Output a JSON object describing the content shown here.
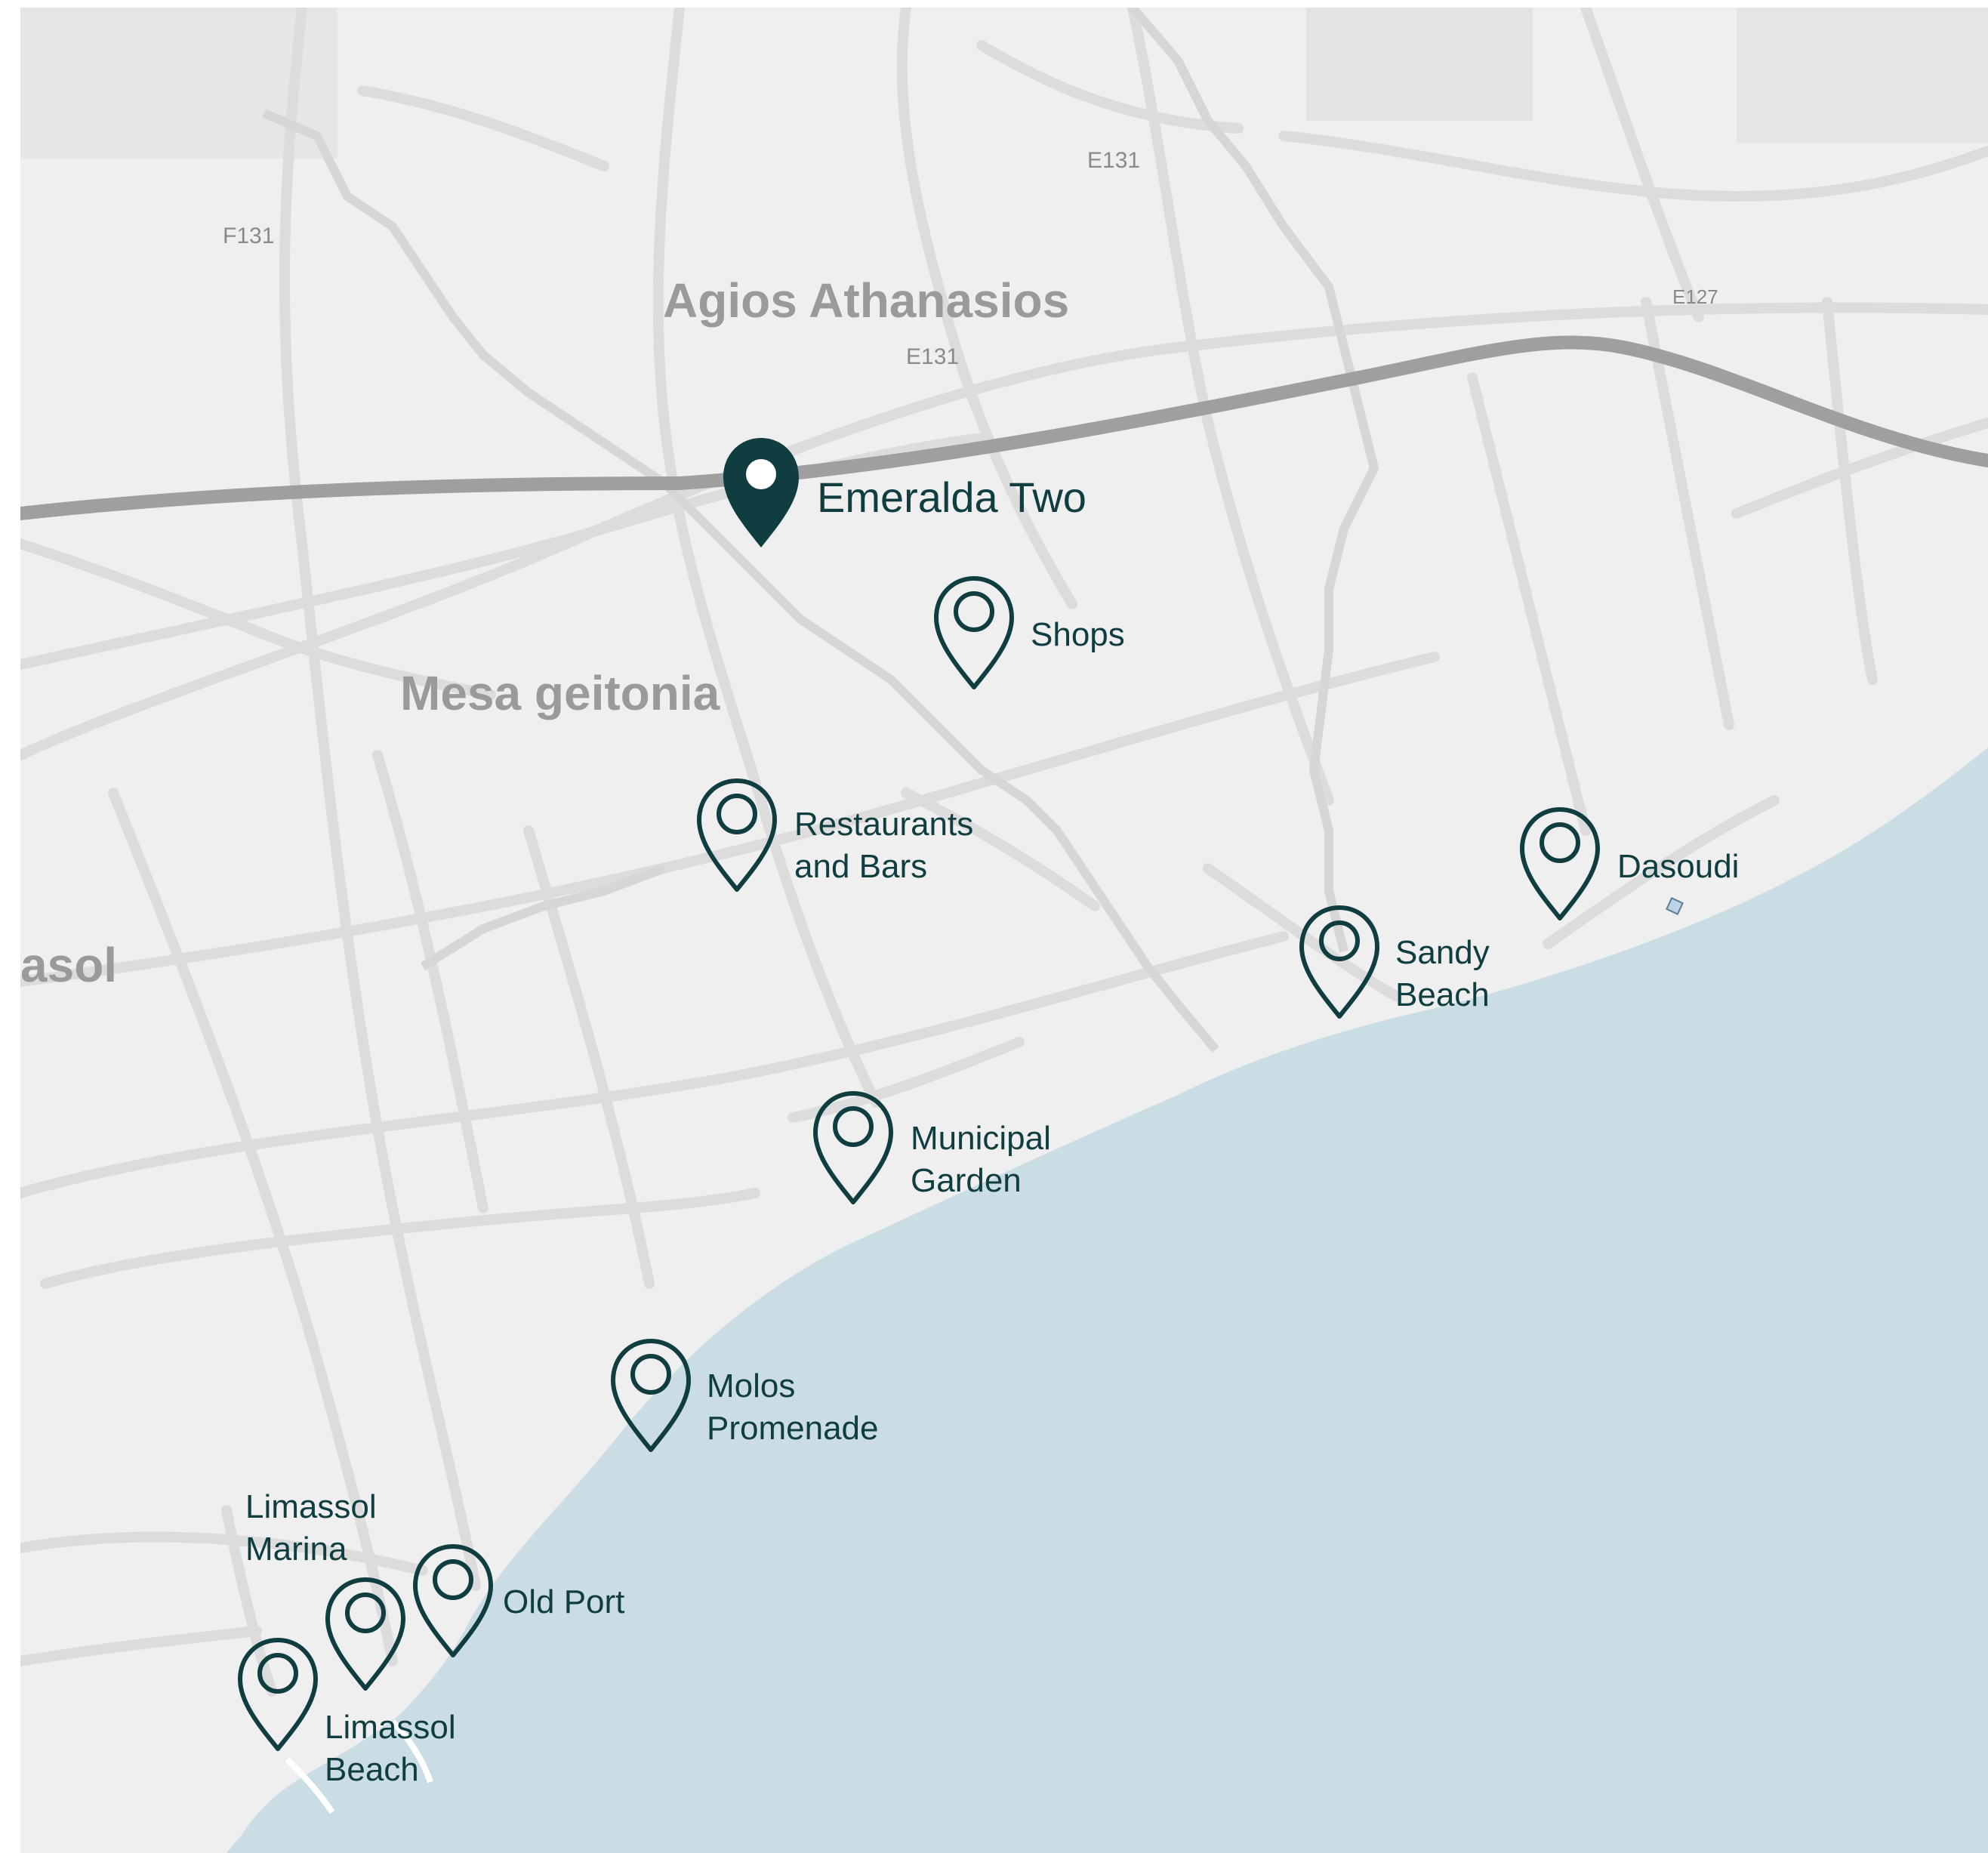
{
  "colors": {
    "land": "#efefef",
    "sea": "#cadde4",
    "road": "#dcdcdc",
    "highway": "#9f9f9f",
    "marker": "#0f3d40",
    "background": "#ffffff"
  },
  "areas": {
    "agios_athanasios": "Agios Athanasios",
    "mesa_geitonia": "Mesa geitonia",
    "limassol_partial": "asol"
  },
  "roads": {
    "f131": "F131",
    "e131_north": "E131",
    "e131_south": "E131",
    "e127": "E127"
  },
  "main_location": {
    "label": "Emeralda Two",
    "icon": "filled-map-pin-icon"
  },
  "points_of_interest": {
    "icon": "outline-map-pin-icon",
    "shops": {
      "lines": [
        "Shops"
      ]
    },
    "restaurants_and_bars": {
      "lines": [
        "Restaurants",
        "and Bars"
      ]
    },
    "dasoudi": {
      "lines": [
        "Dasoudi"
      ]
    },
    "sandy_beach": {
      "lines": [
        "Sandy",
        "Beach"
      ]
    },
    "municipal_garden": {
      "lines": [
        "Municipal",
        "Garden"
      ]
    },
    "molos_promenade": {
      "lines": [
        "Molos",
        "Promenade"
      ]
    },
    "old_port": {
      "lines": [
        "Old Port"
      ]
    },
    "limassol_marina": {
      "lines": [
        "Limassol",
        "Marina"
      ]
    },
    "limassol_beach": {
      "lines": [
        "Limassol",
        "Beach"
      ]
    }
  }
}
